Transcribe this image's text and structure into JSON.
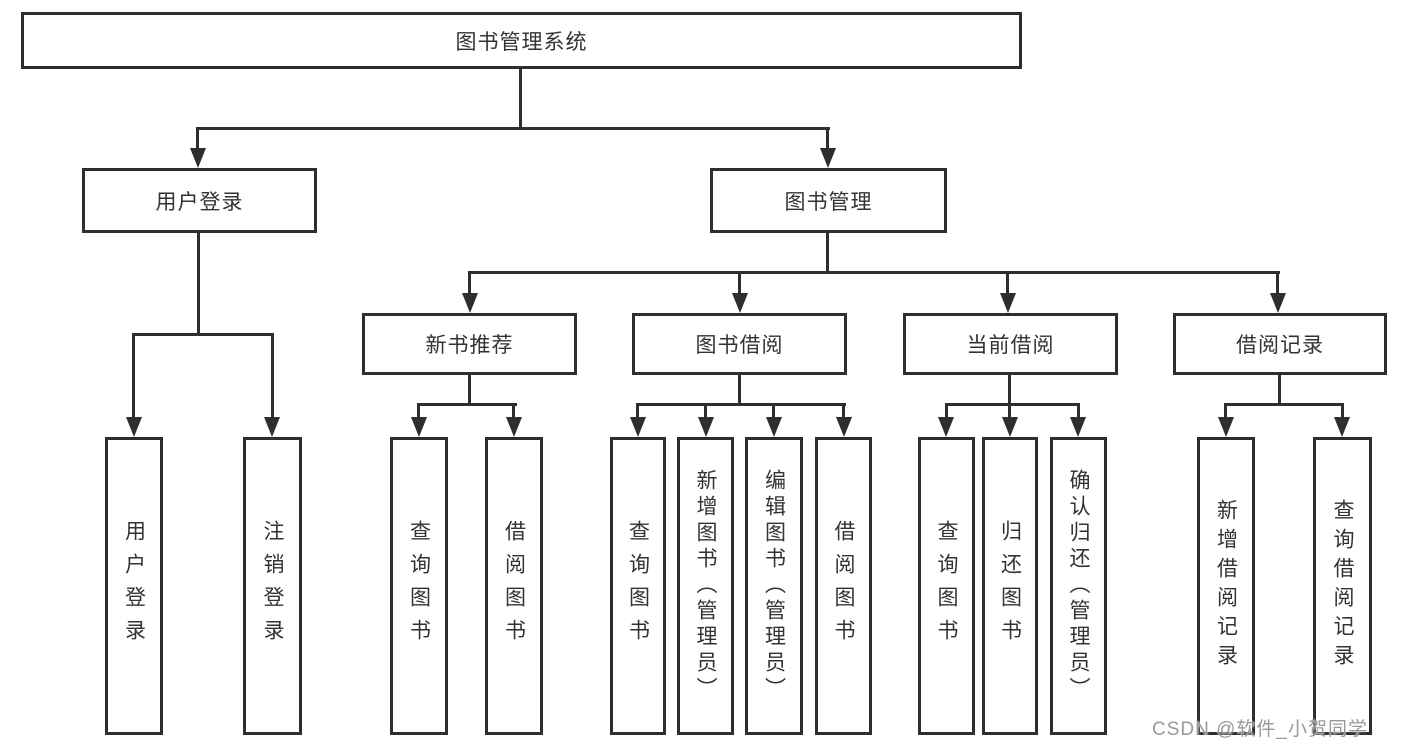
{
  "nodes": {
    "root": "图书管理系统",
    "user_login": "用户登录",
    "book_mgmt": "图书管理",
    "new_book_rec": "新书推荐",
    "book_borrow": "图书借阅",
    "current_borrow": "当前借阅",
    "borrow_record": "借阅记录",
    "l_user_login": "用户登录",
    "l_logout": "注销登录",
    "l_nb_query": "查询图书",
    "l_nb_borrow": "借阅图书",
    "l_bb_query": "查询图书",
    "l_bb_add": "新增图书（管理员）",
    "l_bb_edit": "编辑图书（管理员）",
    "l_bb_borrow": "借阅图书",
    "l_cb_query": "查询图书",
    "l_cb_return": "归还图书",
    "l_cb_confirm": "确认归还（管理员）",
    "l_br_add": "新增借阅记录",
    "l_br_query": "查询借阅记录"
  },
  "watermark": "CSDN @软件_小贺同学",
  "colors": {
    "line": "#2e2e2e",
    "box_border": "#2e2e2e",
    "box_bg": "#ffffff",
    "text": "#333333",
    "watermark": "#98989d",
    "background": "#ffffff"
  }
}
